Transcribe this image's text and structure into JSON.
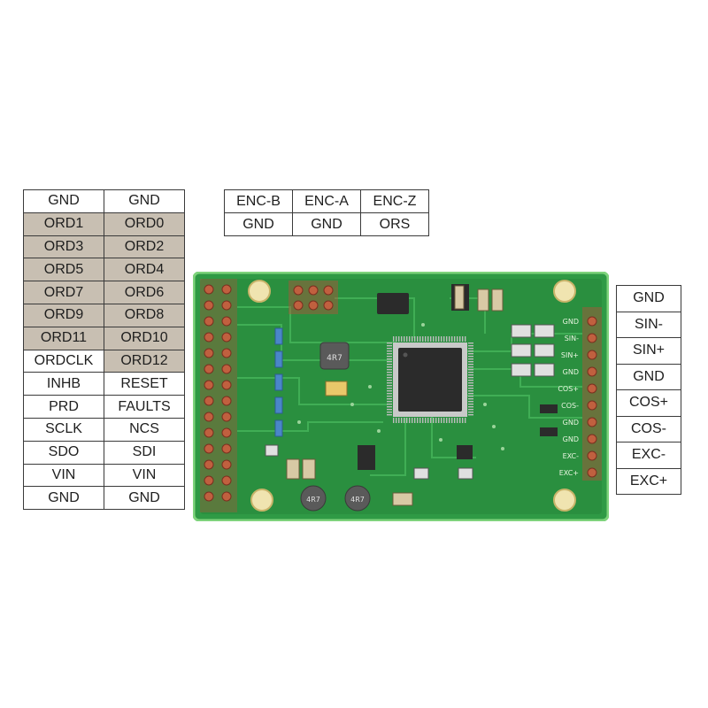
{
  "left_header": {
    "rows": [
      [
        "GND",
        "GND"
      ],
      [
        "ORD1",
        "ORD0"
      ],
      [
        "ORD3",
        "ORD2"
      ],
      [
        "ORD5",
        "ORD4"
      ],
      [
        "ORD7",
        "ORD6"
      ],
      [
        "ORD9",
        "ORD8"
      ],
      [
        "ORD11",
        "ORD10"
      ],
      [
        "ORDCLK",
        "ORD12"
      ],
      [
        "INHB",
        "RESET"
      ],
      [
        "PRD",
        "FAULTS"
      ],
      [
        "SCLK",
        "NCS"
      ],
      [
        "SDO",
        "SDI"
      ],
      [
        "VIN",
        "VIN"
      ],
      [
        "GND",
        "GND"
      ]
    ],
    "highlight_color": "#c8bfb2"
  },
  "top_header": {
    "rows": [
      [
        "ENC-B",
        "ENC-A",
        "ENC-Z"
      ],
      [
        "GND",
        "GND",
        "ORS"
      ]
    ]
  },
  "right_header": {
    "rows": [
      "GND",
      "SIN-",
      "SIN+",
      "GND",
      "COS+",
      "COS-",
      "EXC-",
      "EXC+"
    ]
  },
  "board": {
    "silkscreen_pins": [
      "GND",
      "SIN-",
      "SIN+",
      "GND",
      "COS+",
      "COS-",
      "GND",
      "GND",
      "EXC-",
      "EXC+"
    ],
    "inductor_labels": [
      "4R7",
      "4R7",
      "4R7"
    ],
    "pcb_color": "#2f9a45",
    "edge_color": "#7ed37c"
  }
}
